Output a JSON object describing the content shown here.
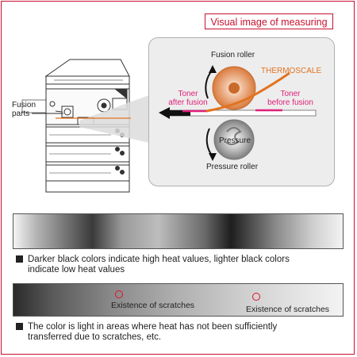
{
  "header": {
    "title": "Visual image of measuring"
  },
  "machine": {
    "fusion_parts_label": [
      "Fusion",
      "parts"
    ]
  },
  "detail": {
    "fusion_roller": "Fusion roller",
    "thermoscale": "THERMOSCALE",
    "toner_after": [
      "Toner",
      "after fusion"
    ],
    "toner_before": [
      "Toner",
      "before fusion"
    ],
    "pressure": "Pressure",
    "pressure_roller": "Pressure roller"
  },
  "notes": {
    "heat_line1": "Darker black colors indicate high heat values, lighter black colors",
    "heat_line2": "indicate low heat values",
    "scratch_label": "Existence of scratches",
    "scratch_line1": "The color is light in areas where heat has not been sufficiently",
    "scratch_line2": "transferred due to scratches, etc."
  },
  "colors": {
    "accent": "#c8102e",
    "toner": "#e0207a",
    "thermoscale": "#e2731f"
  },
  "icons": [
    "feed-arrow-icon",
    "rotation-arrow-icon",
    "bullet-square-icon"
  ]
}
